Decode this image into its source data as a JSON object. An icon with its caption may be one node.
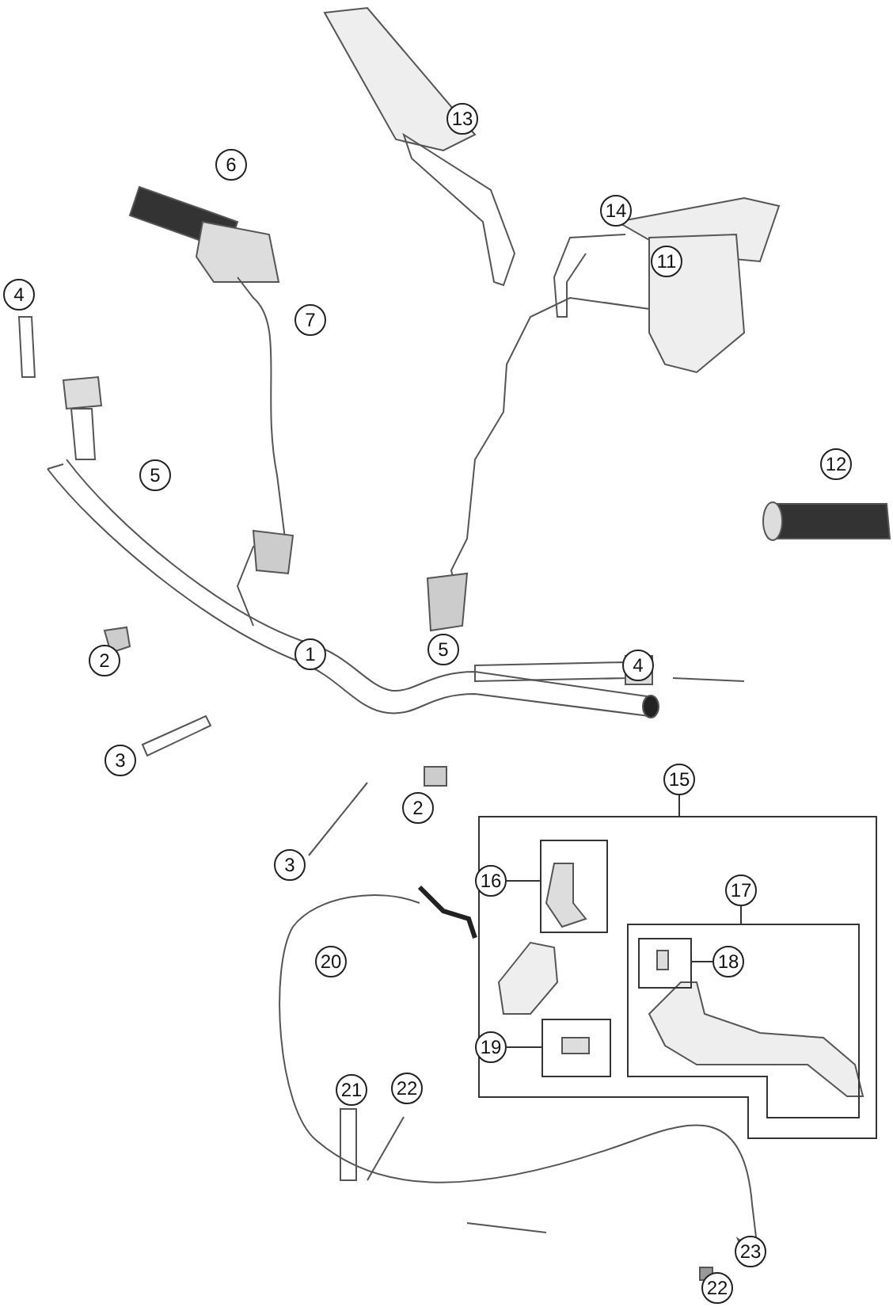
{
  "diagram": {
    "nodes": [
      {
        "text": [
          "13"
        ]
      },
      {
        "text": [
          "6"
        ]
      },
      {
        "text": [
          "14"
        ]
      },
      {
        "text": [
          "11"
        ]
      },
      {
        "text": [
          "4"
        ]
      },
      {
        "text": [
          "7"
        ]
      },
      {
        "text": [
          "12"
        ]
      },
      {
        "text": [
          "5"
        ]
      },
      {
        "text": [
          "5"
        ]
      },
      {
        "text": [
          "1"
        ]
      },
      {
        "text": [
          "2"
        ]
      },
      {
        "text": [
          "4"
        ]
      },
      {
        "text": [
          "3"
        ]
      },
      {
        "text": [
          "15"
        ]
      },
      {
        "text": [
          "2"
        ]
      },
      {
        "text": [],
        "shape": "box"
      },
      {
        "text": [],
        "shape": "box",
        "in": 15
      },
      {
        "text": [
          "3"
        ]
      },
      {
        "text": [
          "16"
        ],
        "in": 15
      },
      {
        "text": [
          "17"
        ],
        "in": 15
      },
      {
        "text": [],
        "shape": "box",
        "in": 15
      },
      {
        "text": [],
        "shape": "box",
        "in": 20
      },
      {
        "text": [
          "18"
        ],
        "in": 20
      },
      {
        "text": [
          "20"
        ]
      },
      {
        "text": [
          "19"
        ],
        "in": 15
      },
      {
        "text": [],
        "shape": "box",
        "in": 15
      },
      {
        "text": [
          "21"
        ]
      },
      {
        "text": [
          "22"
        ]
      },
      {
        "text": [
          "23"
        ]
      },
      {
        "text": [
          "22"
        ]
      }
    ],
    "edges": [
      {
        "from": 13,
        "to": 15,
        "arrow": "none"
      },
      {
        "from": 18,
        "to": 16,
        "arrow": "none"
      },
      {
        "from": 19,
        "to": 20,
        "arrow": "none"
      },
      {
        "from": 22,
        "to": 21,
        "arrow": "none"
      },
      {
        "from": 24,
        "to": 25,
        "arrow": "none"
      }
    ]
  }
}
